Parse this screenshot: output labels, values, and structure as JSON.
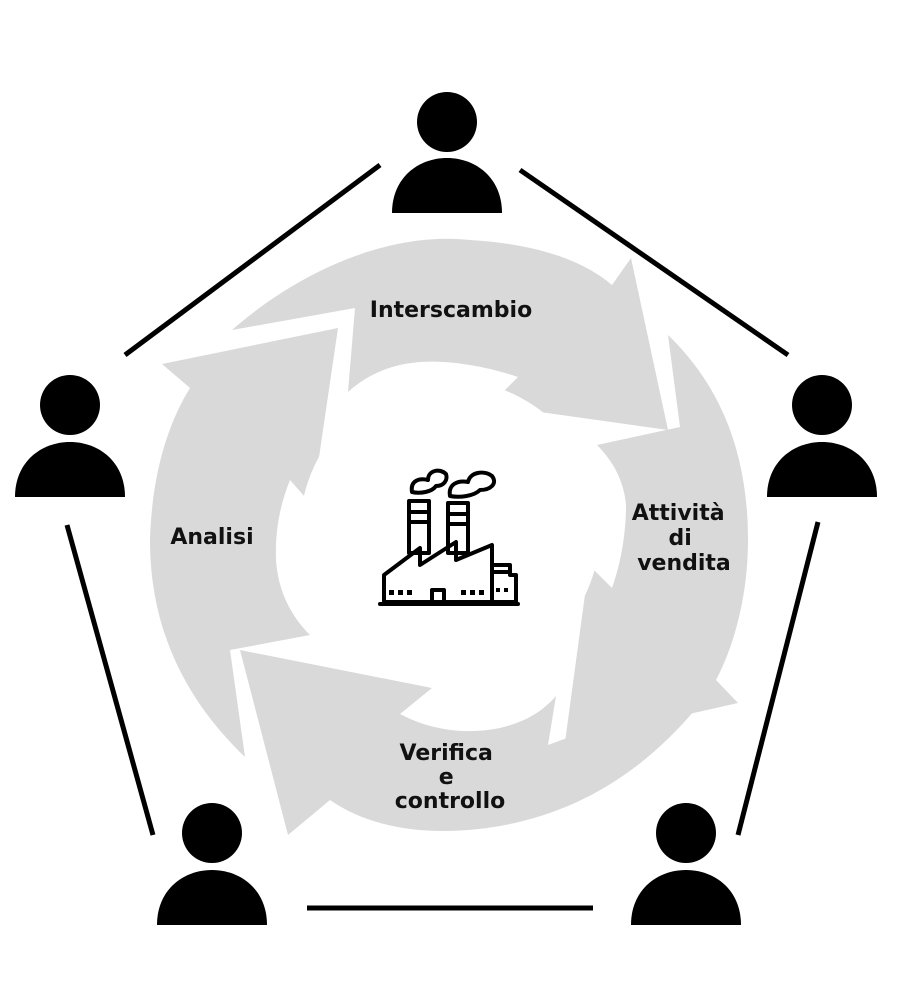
{
  "colors": {
    "background": "#ffffff",
    "arrow_fill": "#d9d9d9",
    "ink": "#000000",
    "label": "#111111"
  },
  "center": {
    "icon": "factory-icon"
  },
  "people": [
    {
      "id": "top",
      "icon": "person-icon"
    },
    {
      "id": "right",
      "icon": "person-icon"
    },
    {
      "id": "bottom-right",
      "icon": "person-icon"
    },
    {
      "id": "bottom-left",
      "icon": "person-icon"
    },
    {
      "id": "left",
      "icon": "person-icon"
    }
  ],
  "steps": [
    {
      "id": "interscambio",
      "lines": [
        "Interscambio"
      ]
    },
    {
      "id": "attivita-di-vendita",
      "lines": [
        "Attività",
        "di",
        "vendita"
      ]
    },
    {
      "id": "verifica-e-controllo",
      "lines": [
        "Verifica",
        "e",
        "controllo"
      ]
    },
    {
      "id": "analisi",
      "lines": [
        "Analisi"
      ]
    }
  ]
}
